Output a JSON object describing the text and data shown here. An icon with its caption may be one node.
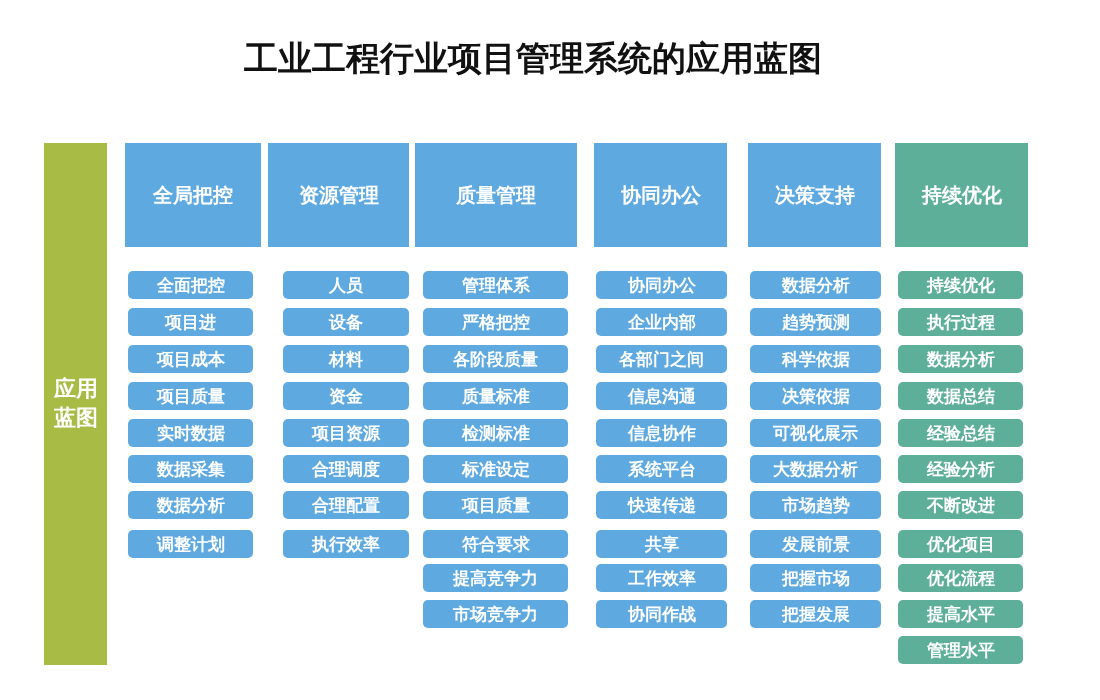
{
  "diagram": {
    "title": "工业工程行业项目管理系统的应用蓝图",
    "nodes": [
      {
        "text": [
          "应用蓝图"
        ]
      },
      {
        "text": [
          "全局把控"
        ]
      },
      {
        "text": [
          "全面把控"
        ]
      },
      {
        "text": [
          "项目进"
        ]
      },
      {
        "text": [
          "项目成本"
        ]
      },
      {
        "text": [
          "项目质量"
        ]
      },
      {
        "text": [
          "实时数据"
        ]
      },
      {
        "text": [
          "数据采集"
        ]
      },
      {
        "text": [
          "数据分析"
        ]
      },
      {
        "text": [
          "调整计划"
        ]
      },
      {
        "text": [
          "资源管理"
        ]
      },
      {
        "text": [
          "人员"
        ]
      },
      {
        "text": [
          "设备"
        ]
      },
      {
        "text": [
          "材料"
        ]
      },
      {
        "text": [
          "资金"
        ]
      },
      {
        "text": [
          "项目资源"
        ]
      },
      {
        "text": [
          "合理调度"
        ]
      },
      {
        "text": [
          "合理配置"
        ]
      },
      {
        "text": [
          "执行效率"
        ]
      },
      {
        "text": [
          "质量管理"
        ]
      },
      {
        "text": [
          "管理体系"
        ]
      },
      {
        "text": [
          "严格把控"
        ]
      },
      {
        "text": [
          "各阶段质量"
        ]
      },
      {
        "text": [
          "质量标准"
        ]
      },
      {
        "text": [
          "检测标准"
        ]
      },
      {
        "text": [
          "标准设定"
        ]
      },
      {
        "text": [
          "项目质量"
        ]
      },
      {
        "text": [
          "符合要求"
        ]
      },
      {
        "text": [
          "提高竞争力"
        ]
      },
      {
        "text": [
          "市场竞争力"
        ]
      },
      {
        "text": [
          "协同办公"
        ]
      },
      {
        "text": [
          "协同办公"
        ]
      },
      {
        "text": [
          "企业内部"
        ]
      },
      {
        "text": [
          "各部门之间"
        ]
      },
      {
        "text": [
          "信息沟通"
        ]
      },
      {
        "text": [
          "信息协作"
        ]
      },
      {
        "text": [
          "系统平台"
        ]
      },
      {
        "text": [
          "快速传递"
        ]
      },
      {
        "text": [
          "共享"
        ]
      },
      {
        "text": [
          "工作效率"
        ]
      },
      {
        "text": [
          "协同作战"
        ]
      },
      {
        "text": [
          "决策支持"
        ]
      },
      {
        "text": [
          "数据分析"
        ]
      },
      {
        "text": [
          "趋势预测"
        ]
      },
      {
        "text": [
          "科学依据"
        ]
      },
      {
        "text": [
          "决策依据"
        ]
      },
      {
        "text": [
          "可视化展示"
        ]
      },
      {
        "text": [
          "大数据分析"
        ]
      },
      {
        "text": [
          "市场趋势"
        ]
      },
      {
        "text": [
          "发展前景"
        ]
      },
      {
        "text": [
          "把握市场"
        ]
      },
      {
        "text": [
          "把握发展"
        ]
      },
      {
        "text": [
          "持续优化"
        ]
      },
      {
        "text": [
          "持续优化"
        ]
      },
      {
        "text": [
          "执行过程"
        ]
      },
      {
        "text": [
          "数据分析"
        ]
      },
      {
        "text": [
          "数据总结"
        ]
      },
      {
        "text": [
          "经验总结"
        ]
      },
      {
        "text": [
          "经验分析"
        ]
      },
      {
        "text": [
          "不断改进"
        ]
      },
      {
        "text": [
          "优化项目"
        ]
      },
      {
        "text": [
          "优化流程"
        ]
      },
      {
        "text": [
          "提高水平"
        ]
      },
      {
        "text": [
          "管理水平"
        ]
      }
    ]
  }
}
